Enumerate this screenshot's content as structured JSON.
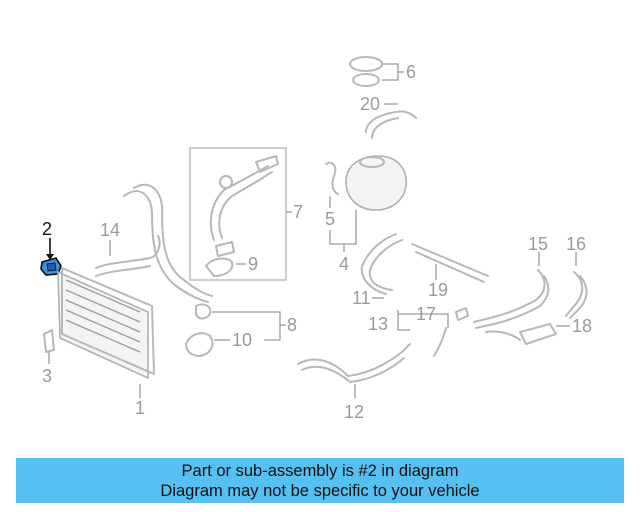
{
  "callouts": {
    "c1": "1",
    "c2": "2",
    "c3": "3",
    "c4": "4",
    "c5": "5",
    "c6": "6",
    "c7": "7",
    "c8": "8",
    "c9": "9",
    "c10": "10",
    "c11": "11",
    "c12": "12",
    "c13": "13",
    "c14": "14",
    "c15": "15",
    "c16": "16",
    "c17": "17",
    "c18": "18",
    "c19": "19",
    "c20": "20"
  },
  "highlighted_part": "2",
  "colors": {
    "banner": "#55c0f1",
    "highlight": "#3b8ede",
    "line_art": "#b8b8b8"
  },
  "notice": {
    "line1": "Part or sub-assembly is #2 in diagram",
    "line2": "Diagram may not be specific to your vehicle"
  }
}
